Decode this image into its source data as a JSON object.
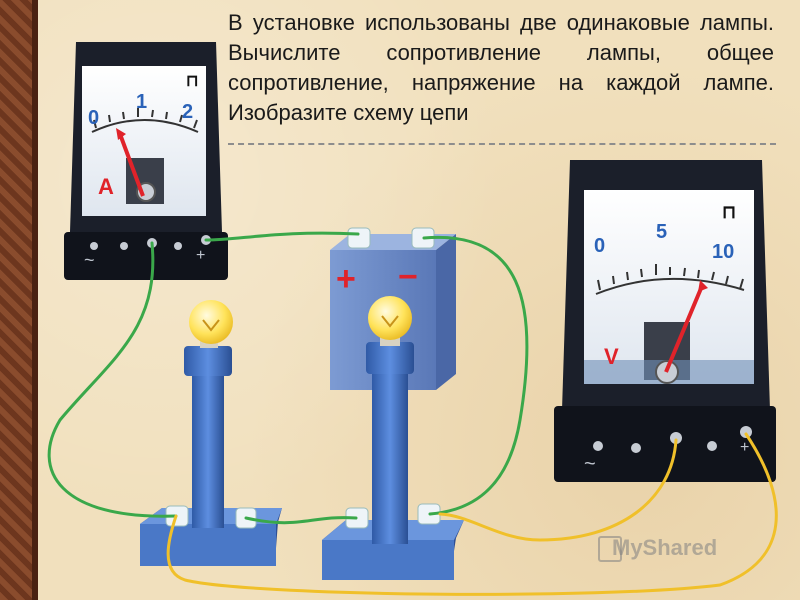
{
  "task_text": "В установке использованы две одинаковые лампы. Вычислите сопротивление лампы, общее сопротивление, напряжение на каждой лампе. Изобразите схему цепи",
  "ammeter": {
    "letter": "A",
    "scale": [
      "0",
      "1",
      "2"
    ],
    "symbol": "⊓",
    "terminal_minus": "~",
    "terminal_plus": "+"
  },
  "voltmeter": {
    "letter": "V",
    "scale": [
      "0",
      "5",
      "10"
    ],
    "symbol": "⊓",
    "terminal_minus": "~",
    "terminal_plus": "+"
  },
  "battery": {
    "plus": "+",
    "minus": "−"
  },
  "watermark": "MyShared",
  "colors": {
    "meter_body": "#1b1f2a",
    "lamp_stand": "#4a78c7",
    "battery": "#6f8fc9",
    "wire_green": "#3aa84a",
    "wire_yellow": "#f0c02a",
    "needle": "#e0232a",
    "bulb": "#ffe35a"
  }
}
